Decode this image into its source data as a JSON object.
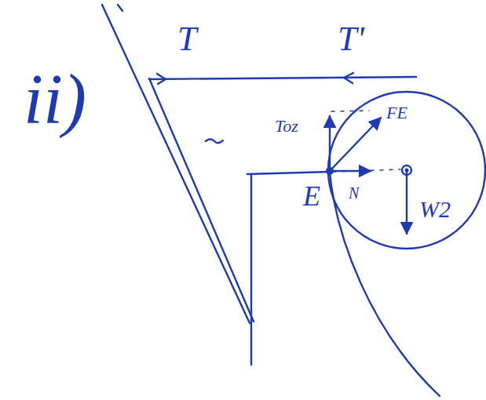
{
  "diagram": {
    "labels": [
      "ii)",
      "T",
      "T'",
      "Toz",
      "FE",
      "E",
      "N",
      "W2"
    ]
  }
}
